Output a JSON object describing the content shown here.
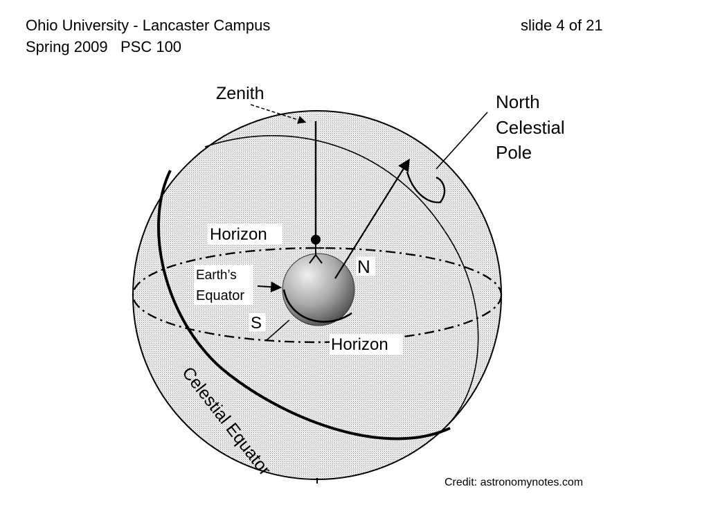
{
  "header": {
    "course_line_1": "Ohio University - Lancaster Campus",
    "course_line_2": "Spring 2009   PSC 100",
    "slide_counter": "slide 4 of 21"
  },
  "diagram": {
    "labels": {
      "zenith": "Zenith",
      "north_celestial_pole_1": "North",
      "north_celestial_pole_2": "Celestial",
      "north_celestial_pole_3": "Pole",
      "horizon_top": "Horizon",
      "earths_equator_1": "Earth’s",
      "earths_equator_2": "Equator",
      "north": "N",
      "south": "S",
      "horizon_bottom": "Horizon",
      "celestial_equator": "Celestial Equator"
    },
    "colors": {
      "sphere_fill": "#dcdcdc",
      "line": "#000000",
      "earth_light": "#f0f0f0",
      "earth_dark": "#505050"
    }
  },
  "credit": "Credit: astronomynotes.com"
}
